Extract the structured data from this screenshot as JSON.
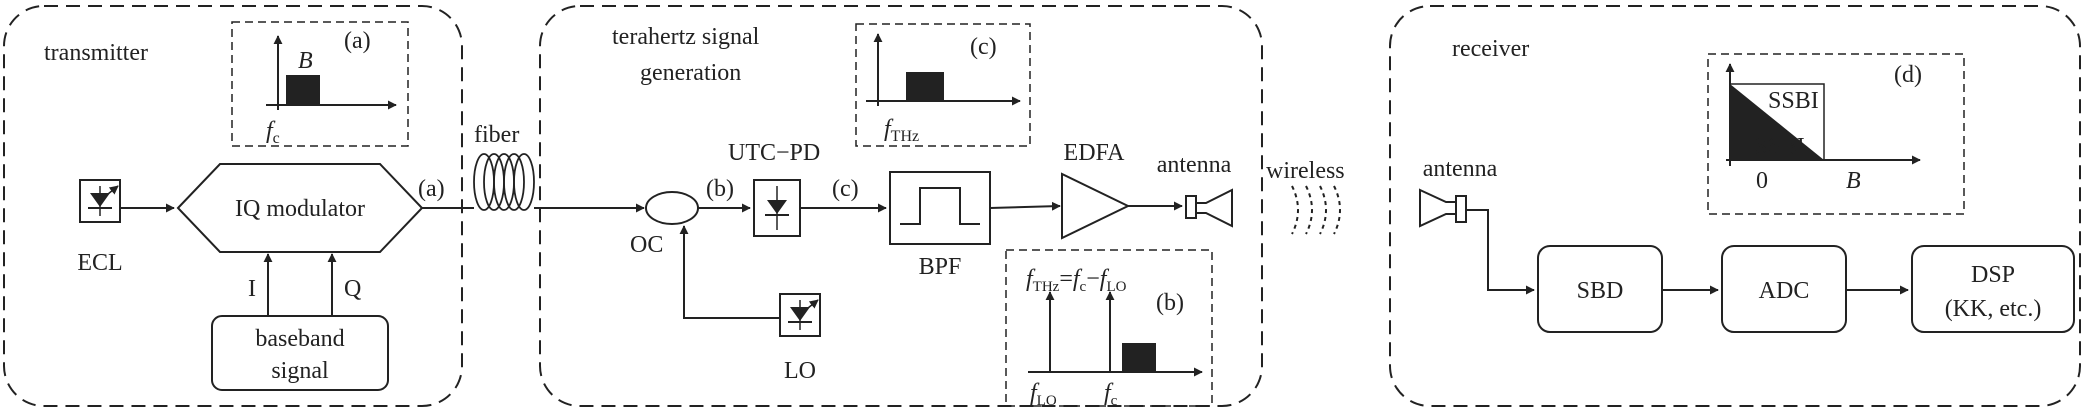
{
  "sections": {
    "transmitter": "transmitter",
    "generation_line1": "terahertz  signal",
    "generation_line2": "generation",
    "receiver": "receiver"
  },
  "blocks": {
    "ecl": "ECL",
    "iq_modulator": "IQ modulator",
    "baseband_line1": "baseband",
    "baseband_line2": "signal",
    "i": "I",
    "q": "Q",
    "fiber": "fiber",
    "oc": "OC",
    "utc_pd": "UTC−PD",
    "bpf": "BPF",
    "edfa": "EDFA",
    "lo": "LO",
    "antenna_tx": "antenna",
    "wireless": "wireless",
    "antenna_rx": "antenna",
    "sbd": "SBD",
    "adc": "ADC",
    "dsp_line1": "DSP",
    "dsp_line2": "(KK, etc.)"
  },
  "points": {
    "a": "(a)",
    "b": "(b)",
    "c": "(c)"
  },
  "insets": {
    "a": {
      "tag": "(a)",
      "bandwidth": "B",
      "freq_main": "f",
      "freq_sub": "c"
    },
    "b": {
      "tag": "(b)",
      "eq_f1": "f",
      "eq_s1": "THz",
      "eq_eq": "=",
      "eq_f2": "f",
      "eq_s2": "c",
      "eq_minus": "−",
      "eq_f3": "f",
      "eq_s3": "LO",
      "lo_main": "f",
      "lo_sub": "LO",
      "c_main": "f",
      "c_sub": "c"
    },
    "c": {
      "tag": "(c)",
      "freq_main": "f",
      "freq_sub": "THz"
    },
    "d": {
      "tag": "(d)",
      "ssbi_top": "SSBI",
      "ssbi_bottom": "SSBI",
      "zero": "0",
      "bandwidth": "B"
    }
  },
  "colors": {
    "line": "#222222",
    "fill": "#222222",
    "background": "#ffffff"
  }
}
